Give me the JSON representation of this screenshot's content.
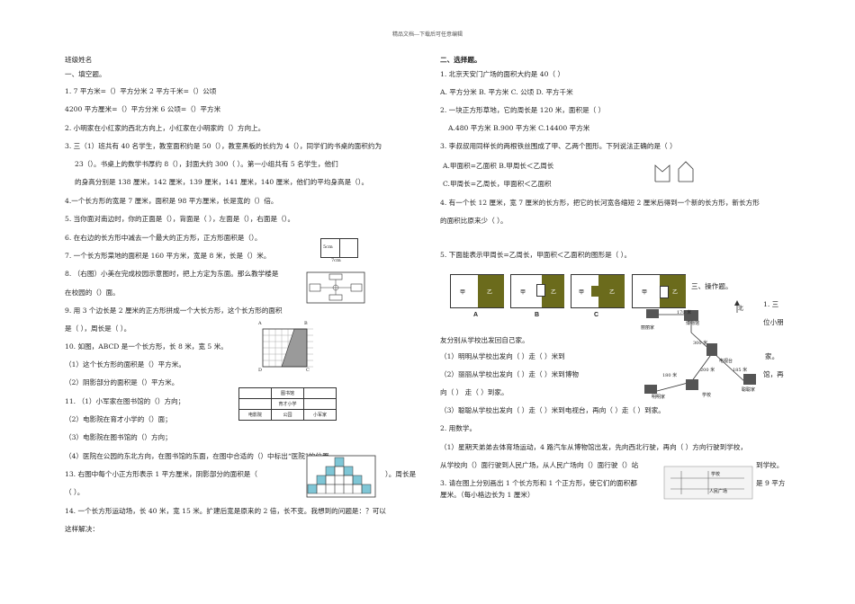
{
  "header": "精品文档---下载后可任意编辑",
  "left": {
    "class_name": "班级姓名",
    "section1": "一、填空题。",
    "lines": [
      "1.    7 平方米=（）平方分米 2 平方千米=（）公顷",
      "4200 平方厘米=（）平方分米 6 公顷=（）平方米",
      "2.  小明家在小红家的西北方向上，小红家在小明家的（）方向上。",
      "3.  三（1）班共有 40 名学生，教室面积约是 50（），教室黑板的长约为 4（），同学们的书桌的面积约为",
      "23（）。书桌上的数学书厚约 8（），封面大约 300（              ）。第一小组共有 5 名学生，他们",
      "的身高分别是 138 厘米，142 厘米，139 厘米，141 厘米，140 厘米，他们的平均身高是（）。",
      "4.一个长方形的宽是 7 厘米，面积是 98 平方厘米，长是宽的（）倍。",
      "5.  当你面对南边时，你的正面是（），背面是（         ），左面是（），右面是（）。",
      "6.  在右边的长方形中减去一个最大的正方形，正方形面积是（）。",
      "7.  一个长方形菜地的面积是 160 平方米，宽是 8 米，长是（）米。",
      "8.  （右图）小美在完成校园示意图时，把上方定为东面。那么教学楼是",
      "在校园的（）面。",
      "9.  用 3 个边长是 2 厘米的正方形拼成一个大长方形，这个长方形的面积",
      "是（                     ），周长是（                      ）。",
      "10.  如图，ABCD 是一个长方形，长 8 米，宽 5 米。",
      "（1）这个长方形的面积是（）平方米。",
      "（2）阴影部分的面积是（）平方米。",
      "11.  （1）小军家在图书馆的（）方向；",
      "（2）电影院在育才小学的（）面；",
      "（3）电影院在图书馆的（）方向；",
      "（4）医院在公园的东北方向，在图书馆的东面，在图中合适的（）中标出“医院”的位置。",
      "13.  右图中每个小正方形表示 1 平方厘米，阴影部分的面积是（",
      "）。周长是",
      "（          ）。",
      "14.  一个长方形运动场，长 40 米，宽 15 米。扩建后宽是原来的 2 倍，长不变。我想到的问题是：？可以",
      "这样解决："
    ],
    "fig6": {
      "top": "5cm",
      "bottom": "7cm"
    },
    "fig10": {
      "a": "A",
      "b": "B",
      "c": "C",
      "d": "D"
    },
    "fig11": {
      "library": "图书馆",
      "school": "育才小学",
      "cinema": "电影院",
      "park": "公园",
      "home": "小军家"
    }
  },
  "right": {
    "section2": "二、选择题。",
    "lines": [
      "1.  北京天安门广场的面积大约是 40（          ）",
      "A.  平方分米           B.  平方米           C.  公顷          D.  平方千米",
      "2.  一块正方形草地，它的周长是 120 米，面积是（              ）",
      "A.480 平方米             B.900 平方米        C.14400 平方米",
      "3.  李叔叔用同样长的两根铁丝围成了甲、乙两个图形。下列说法正确的是（        ）",
      "A.甲面积=乙面积              B.甲周长＜乙周长",
      "C.甲周长=乙周长，甲面积＜乙面积",
      "4.  有一个长 12 厘米，宽 7 厘米的长方形，把它的长河宽各缩短 2 厘米后得到一个新的长方形，新长方形",
      "的面积比原来少（          ）。",
      "5.  下面能表示甲周长=乙周长，甲面积＜乙面积的图形是（              ）。"
    ],
    "choice_labels": [
      "A",
      "B",
      "C",
      "D"
    ],
    "jia": "甲",
    "yi": "乙",
    "section3": "三、操作题。",
    "op": [
      "1.  三",
      "位小朋",
      "友分别从学校出发回自己家。",
      "家。",
      "（1）明明从学校出发向（              ）走（             ）米到",
      "（2）丽丽从学校出发向（          ）走（            ）米到博物",
      "馆，再",
      "向（              ）        走（          ）到家。",
      "（3）聪聪从学校出发向（                ）走（              ）米到电视台，再向（               ）走（            ）到家。",
      "2.  用数学。",
      "（1）星期天弟弟去体育场运动，4 路汽车从博物馆出发，先向西北行驶，再向（        ）方向行驶到学校，",
      "从学校向（）面行驶到人民广场，从人民广场向（）面行驶（）站",
      "到学校。",
      "3.  请在图上分别画出 1 个长方形和 1 个正方形，使它们的面积都",
      "是 9 平方",
      "厘米。（每小格边长为 1 厘米）"
    ],
    "map": {
      "north": "北",
      "lili": "丽丽家",
      "museum": "博物馆",
      "tv": "电视台",
      "mingming": "明明家",
      "school": "学校",
      "congcong": "聪聪家",
      "d170": "170 米",
      "d300": "300 米",
      "d200": "200 米",
      "d180": "180 米",
      "d185": "185 米"
    },
    "map2": {
      "school": "学校",
      "square": "人民广场"
    }
  }
}
